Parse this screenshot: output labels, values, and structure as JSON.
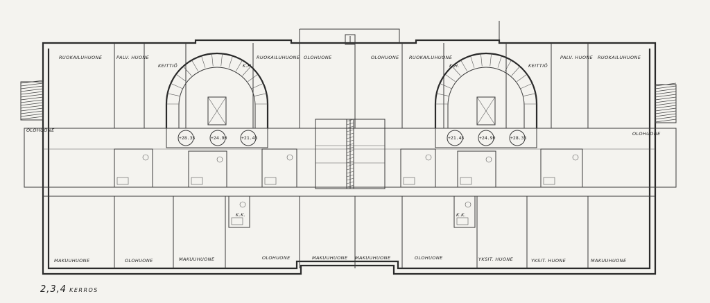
{
  "caption": {
    "floors": "2,3,4",
    "word": "KERROS"
  },
  "rooms": {
    "top": [
      "RUOKAILUHUONE",
      "PALV. HUONE",
      "KEITTIÖ",
      "K.H.",
      "RUOKAILUHUONE",
      "OLOHUONE",
      "OLOHUONE",
      "RUOKAILUHUONE",
      "K.H.",
      "KEITTIÖ",
      "PALV. HUONE",
      "RUOKAILUHUONE"
    ],
    "sides": [
      "OLOHUONE",
      "OLOHUONE"
    ],
    "bottom": [
      "MAKUUHUONE",
      "OLOHUONE",
      "MAKUUHUONE",
      "OLOHUONE",
      "MAKUUHUONE",
      "MAKUUHUONE",
      "OLOHUONE",
      "YKSIT. HUONE",
      "YKSIT. HUONE",
      "MAKUUHUONE"
    ],
    "small": [
      "K.K.",
      "K.K."
    ]
  },
  "levels": [
    "+28.35",
    "+24.90",
    "+21.45",
    "+21.45",
    "+24.90",
    "+28.35"
  ]
}
